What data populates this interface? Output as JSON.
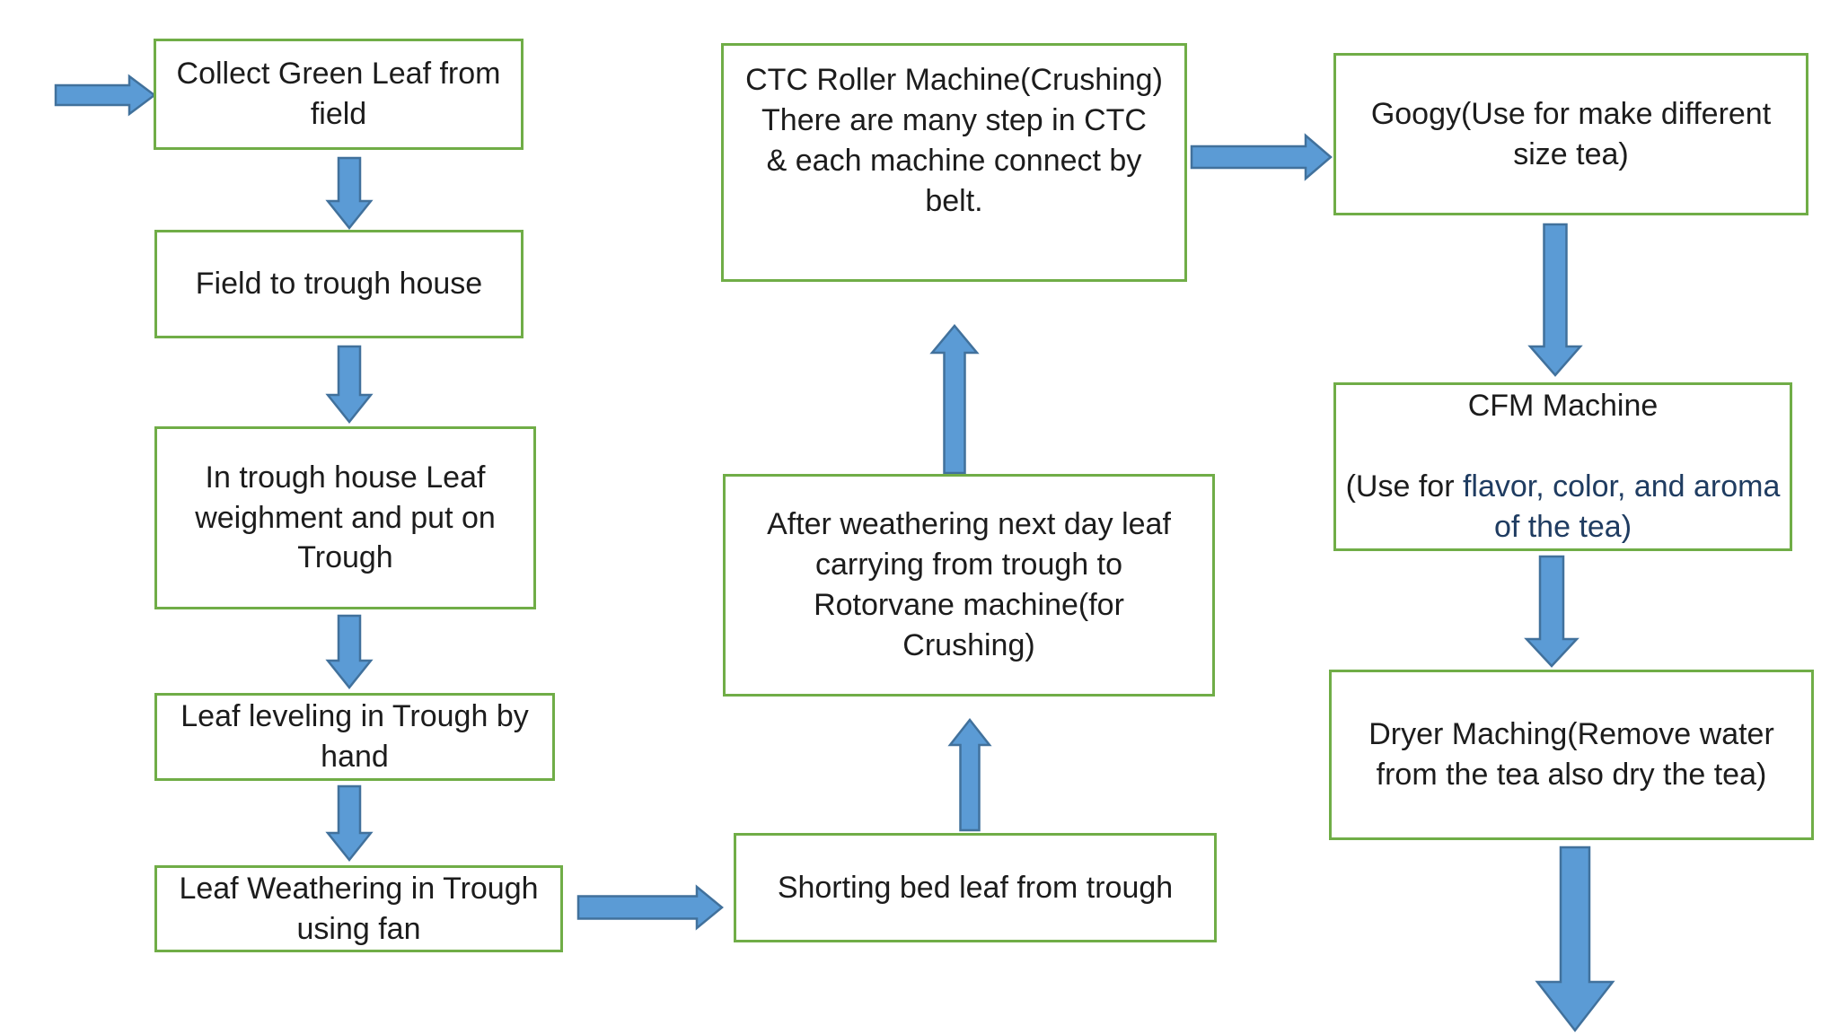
{
  "colors": {
    "background": "#FFFFFF",
    "box_border": "#70AD47",
    "arrow_fill": "#5B9BD5",
    "arrow_stroke": "#41719C",
    "text": "#1C1C1C",
    "accent_text": "#1F3C61"
  },
  "nodes": {
    "collect": {
      "label": "Collect Green Leaf from\nfield"
    },
    "field": {
      "label": "Field to trough house"
    },
    "weighment": {
      "label": "In trough house Leaf\nweighment and put on\nTrough"
    },
    "leveling": {
      "label": "Leaf leveling in Trough by\nhand"
    },
    "weathering": {
      "label": "Leaf Weathering in Trough\nusing fan"
    },
    "shorting": {
      "label": "Shorting bed leaf from trough"
    },
    "after": {
      "label": "After weathering next day leaf\ncarrying from trough to\nRotorvane machine(for\nCrushing)"
    },
    "ctc": {
      "label": "CTC Roller Machine(Crushing)\nThere are many  step in CTC\n& each machine connect by\nbelt."
    },
    "googy": {
      "label": "Googy(Use for make different\nsize tea)"
    },
    "cfm": {
      "label_black": "CFM Machine",
      "label_prefix": "(Use for ",
      "label_blue": "flavor, color, and aroma of the tea)"
    },
    "dryer": {
      "label": "Dryer Maching(Remove water\nfrom the tea also dry the tea)"
    }
  },
  "edges": [
    {
      "from": "start",
      "to": "collect"
    },
    {
      "from": "collect",
      "to": "field"
    },
    {
      "from": "field",
      "to": "weighment"
    },
    {
      "from": "weighment",
      "to": "leveling"
    },
    {
      "from": "leveling",
      "to": "weathering"
    },
    {
      "from": "weathering",
      "to": "shorting"
    },
    {
      "from": "shorting",
      "to": "after"
    },
    {
      "from": "after",
      "to": "ctc"
    },
    {
      "from": "ctc",
      "to": "googy"
    },
    {
      "from": "googy",
      "to": "cfm"
    },
    {
      "from": "cfm",
      "to": "dryer"
    },
    {
      "from": "dryer",
      "to": "end"
    }
  ]
}
